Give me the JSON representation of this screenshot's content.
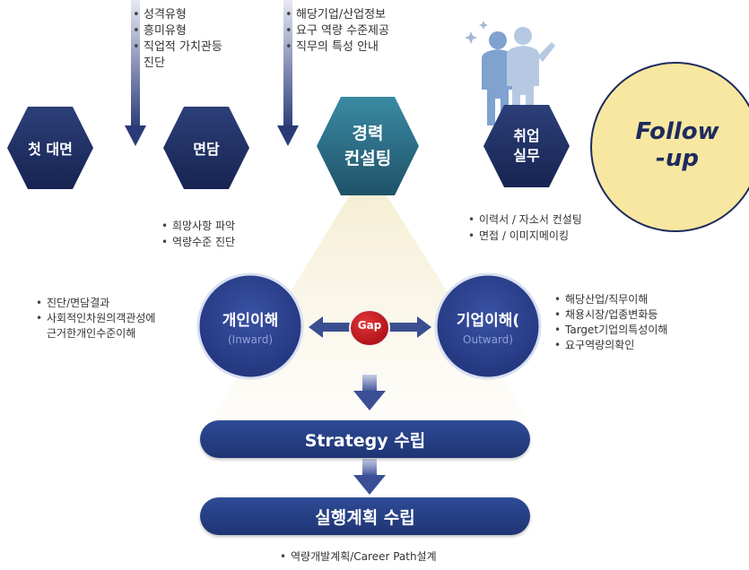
{
  "stages": {
    "first": "첫 대면",
    "interview": "면담",
    "consulting": "경력\n컨설팅",
    "practice": "취업\n실무",
    "followup": "Follow\n-up"
  },
  "notes": {
    "arrow1": [
      "성격유형",
      "흥미유형",
      "직업적 가치관등",
      "진단"
    ],
    "arrow2": [
      "해당기업/산업정보",
      "요구 역량 수준제공",
      "직무의 특성 안내"
    ],
    "interview": [
      "희망사항 파악",
      "역량수준 진단"
    ],
    "practice": [
      "이력서 / 자소서 컨설팅",
      "면접 / 이미지메이킹"
    ],
    "personal": [
      "진단/면담결과",
      "사회적인차원의객관성에",
      "근거한개인수준이해"
    ],
    "company": [
      "해당산업/직무이해",
      "채용시장/업종변화등",
      "Target기업의특성이해",
      "요구역량의확인"
    ]
  },
  "analysis": {
    "personal_title": "개인이해",
    "personal_sub": "(Inward)",
    "company_title": "기업이해(",
    "company_sub": "Outward)",
    "gap": "Gap"
  },
  "bars": {
    "strategy": "Strategy 수립",
    "plan": "실행계획 수립"
  },
  "footer_note": "역량개발계획/Career Path설계",
  "colors": {
    "navy": "#1d2b5e",
    "teal": "#2a6d86",
    "circle": "#2b3f8e",
    "gap": "#c2161b",
    "followup": "#f8e7a0",
    "bar": "#2b4790"
  }
}
